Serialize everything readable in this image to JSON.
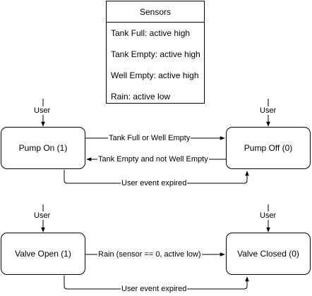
{
  "sensors": {
    "title": "Sensors",
    "items": [
      "Tank Full: active high",
      "Tank Empty: active high",
      "Well Empty: active high",
      "Rain: active low"
    ]
  },
  "pump": {
    "state_on": "Pump On (1)",
    "state_off": "Pump Off (0)",
    "user_left": "User",
    "user_right": "User",
    "to_off": "Tank Full or Well Empty",
    "to_on": "Tank Empty and not Well Empty",
    "expired": "User event expired"
  },
  "valve": {
    "state_open": "Valve Open (1)",
    "state_closed": "Valve Closed (0)",
    "user_left": "User",
    "user_right": "User",
    "to_closed": "Rain (sensor == 0, active low)",
    "expired": "User event expired"
  }
}
